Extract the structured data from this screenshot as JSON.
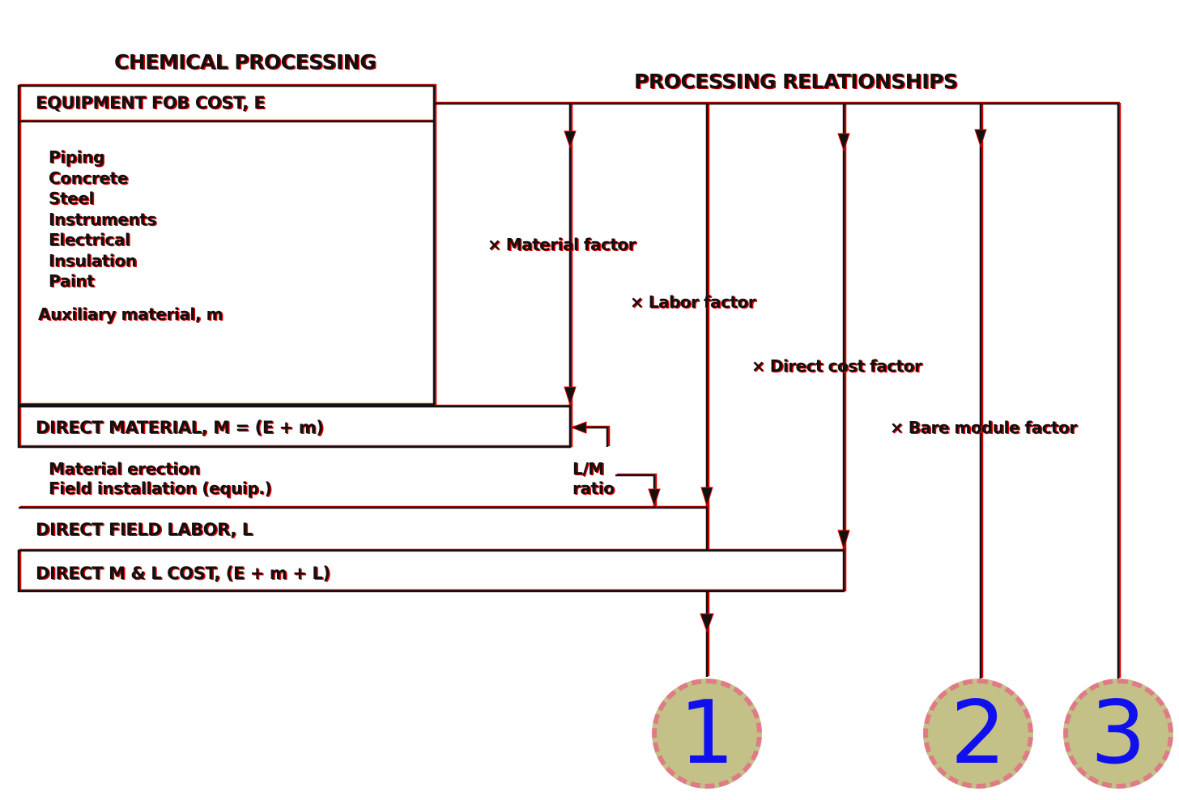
{
  "headings": {
    "chemical_processing": "CHEMICAL PROCESSING",
    "processing_relationships": "PROCESSING RELATIONSHIPS"
  },
  "boxes": {
    "equipment": "EQUIPMENT FOB COST, E",
    "direct_material": "DIRECT MATERIAL, M = (E + m)",
    "direct_field_labor": "DIRECT FIELD LABOR,  L",
    "direct_ml_cost": "DIRECT M & L COST, (E + m + L)"
  },
  "auxiliary_items": [
    "Piping",
    "Concrete",
    "Steel",
    "Instruments",
    "Electrical",
    "Insulation",
    "Paint"
  ],
  "auxiliary_total": "Auxiliary material, m",
  "labor_items": [
    "Material erection",
    "Field installation (equip.)"
  ],
  "lm_ratio": [
    "L/M",
    "ratio"
  ],
  "factors": {
    "material": "× Material factor",
    "labor": "× Labor factor",
    "direct_cost": "× Direct cost factor",
    "bare_module": "× Bare module factor"
  },
  "badges": [
    "1",
    "2",
    "3"
  ],
  "colors": {
    "ink": "#111111",
    "ink_shadow": "#e00000",
    "badge_fill": "#c3c187",
    "badge_border": "#e07b86",
    "badge_text": "#1010ee"
  }
}
